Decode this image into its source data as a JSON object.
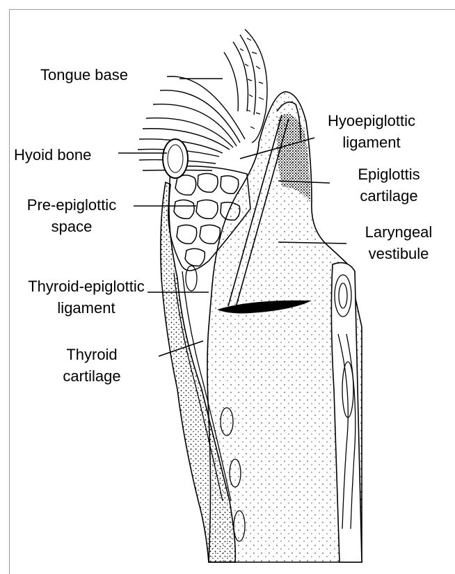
{
  "labels": {
    "tongue_base": "Tongue base",
    "hyoid_bone": "Hyoid bone",
    "pre_epiglottic_1": "Pre-epiglottic",
    "pre_epiglottic_2": "space",
    "thyroid_epiglottic_1": "Thyroid-epiglottic",
    "thyroid_epiglottic_2": "ligament",
    "thyroid_cartilage_1": "Thyroid",
    "thyroid_cartilage_2": "cartilage",
    "hyoepiglottic_1": "Hyoepiglottic",
    "hyoepiglottic_2": "ligament",
    "epiglottis_1": "Epiglottis",
    "epiglottis_2": "cartilage",
    "vestibule_1": "Laryngeal",
    "vestibule_2": "vestibule"
  },
  "colors": {
    "ink": "#000000",
    "shade": "#3a3a3a",
    "frame": "#9a9a9a"
  }
}
